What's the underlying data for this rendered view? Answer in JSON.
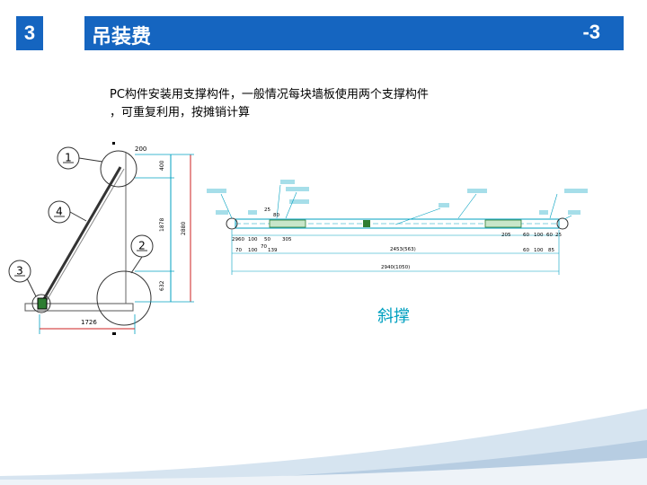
{
  "section": {
    "number": "3",
    "title": "吊装费",
    "suffix": "-3"
  },
  "body": {
    "line1": "PC构件安装用支撑构件，一般情况每块墙板使用两个支撑构件",
    "line2": "，可重复利用，按摊销计算"
  },
  "left_drawing": {
    "callouts": [
      "1",
      "2",
      "3",
      "4"
    ],
    "dims": {
      "d200": "200",
      "d400": "400",
      "d1878": "1878",
      "d2880": "2880",
      "d632": "632",
      "d1726": "1726"
    }
  },
  "right_drawing": {
    "caption": "斜撑",
    "dims": {
      "d2960": "2960",
      "d100a": "100",
      "d50": "50",
      "d305": "305",
      "d70": "70",
      "d100b": "100",
      "d139": "139",
      "d2453": "2453(563)",
      "d205": "205",
      "d60a": "60",
      "d100c": "100",
      "d60b": "60",
      "d25b": "25",
      "d60c": "60",
      "d100d": "100",
      "d85": "85",
      "dTotal": "2940(1050)",
      "d25": "25",
      "d80": "80",
      "d70b": "70"
    }
  },
  "colors": {
    "accent": "#1565c0",
    "line_cyan": "#00a0c0",
    "dim_red": "#cc2222"
  }
}
